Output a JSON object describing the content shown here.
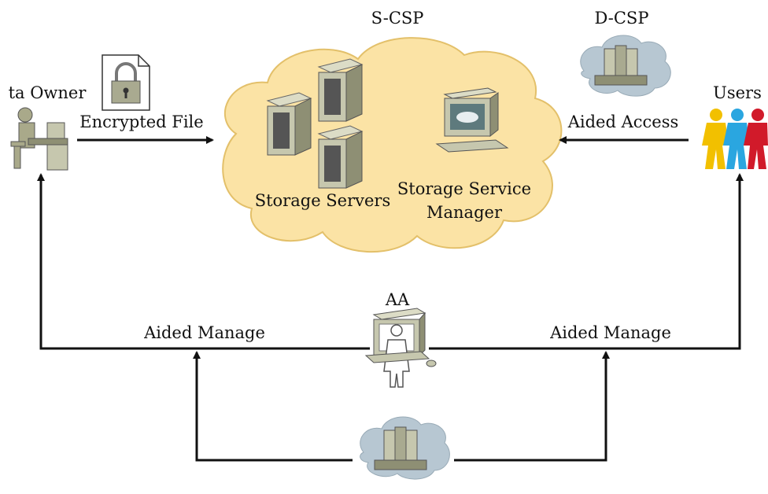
{
  "labels": {
    "scsp": "S-CSP",
    "dcsp": "D-CSP",
    "data_owner": "ta Owner",
    "users": "Users",
    "encrypted_file": "Encrypted File",
    "aided_access": "Aided Access",
    "storage_servers": "Storage Servers",
    "ssm_line1": "Storage Service",
    "ssm_line2": "Manager",
    "aa": "AA",
    "aided_manage_left": "Aided Manage",
    "aided_manage_right": "Aided Manage"
  },
  "colors": {
    "cloud_fill": "#fbe3a5",
    "cloud_stroke": "#e3c06a",
    "small_cloud_fill": "#b7c7d2",
    "server_fill": "#c6c7ae",
    "server_dark": "#8e8f74",
    "monitor_screen": "#5e7a7d",
    "arrow": "#111111",
    "user_yellow": "#f2c000",
    "user_blue": "#2aa6e0",
    "user_red": "#d11a2a",
    "person_fill": "#a9a98a"
  },
  "icons": {
    "lock_doc": "locked-document-icon",
    "server_cluster": "server-cluster-icon",
    "workstation": "workstation-icon",
    "data_owner": "desk-person-icon",
    "users": "users-group-icon",
    "aa": "admin-person-icon"
  }
}
